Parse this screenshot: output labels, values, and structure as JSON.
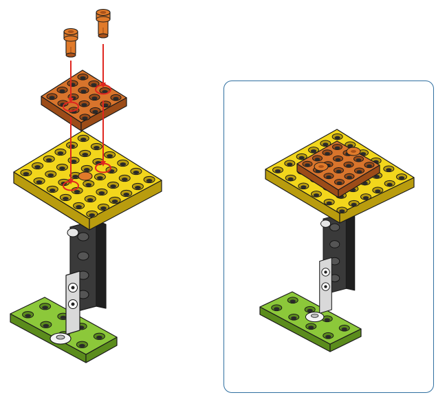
{
  "page": {
    "kind": "building-instruction-step",
    "has_text": false
  },
  "colors": {
    "pin": "#e07a2a",
    "pin_dark": "#a9521a",
    "small_plate": "#d8742c",
    "small_plate_dark": "#9c4c18",
    "large_plate": "#f2d61c",
    "large_plate_dark": "#b99c0e",
    "beam": "#3a3a3a",
    "beam_dark": "#1f1f1f",
    "connector": "#d9d9d9",
    "base_plate": "#8cc83a",
    "base_plate_dark": "#5b8c1c",
    "arrow": "#e0261f",
    "panel_border": "#2f6fa0",
    "outline": "#1a1a1a"
  },
  "assembly_step": {
    "exploded_view": {
      "parts": [
        "orange-pin",
        "orange-pin",
        "orange-4x4-plate",
        "yellow-6x6-plate",
        "black-beam",
        "grey-angle-connector",
        "green-2x4-base-plate"
      ],
      "arrows": 2
    },
    "result_view": {
      "parts": [
        "orange-4x4-plate",
        "yellow-6x6-plate",
        "black-beam",
        "grey-angle-connector",
        "green-2x4-base-plate"
      ]
    }
  }
}
